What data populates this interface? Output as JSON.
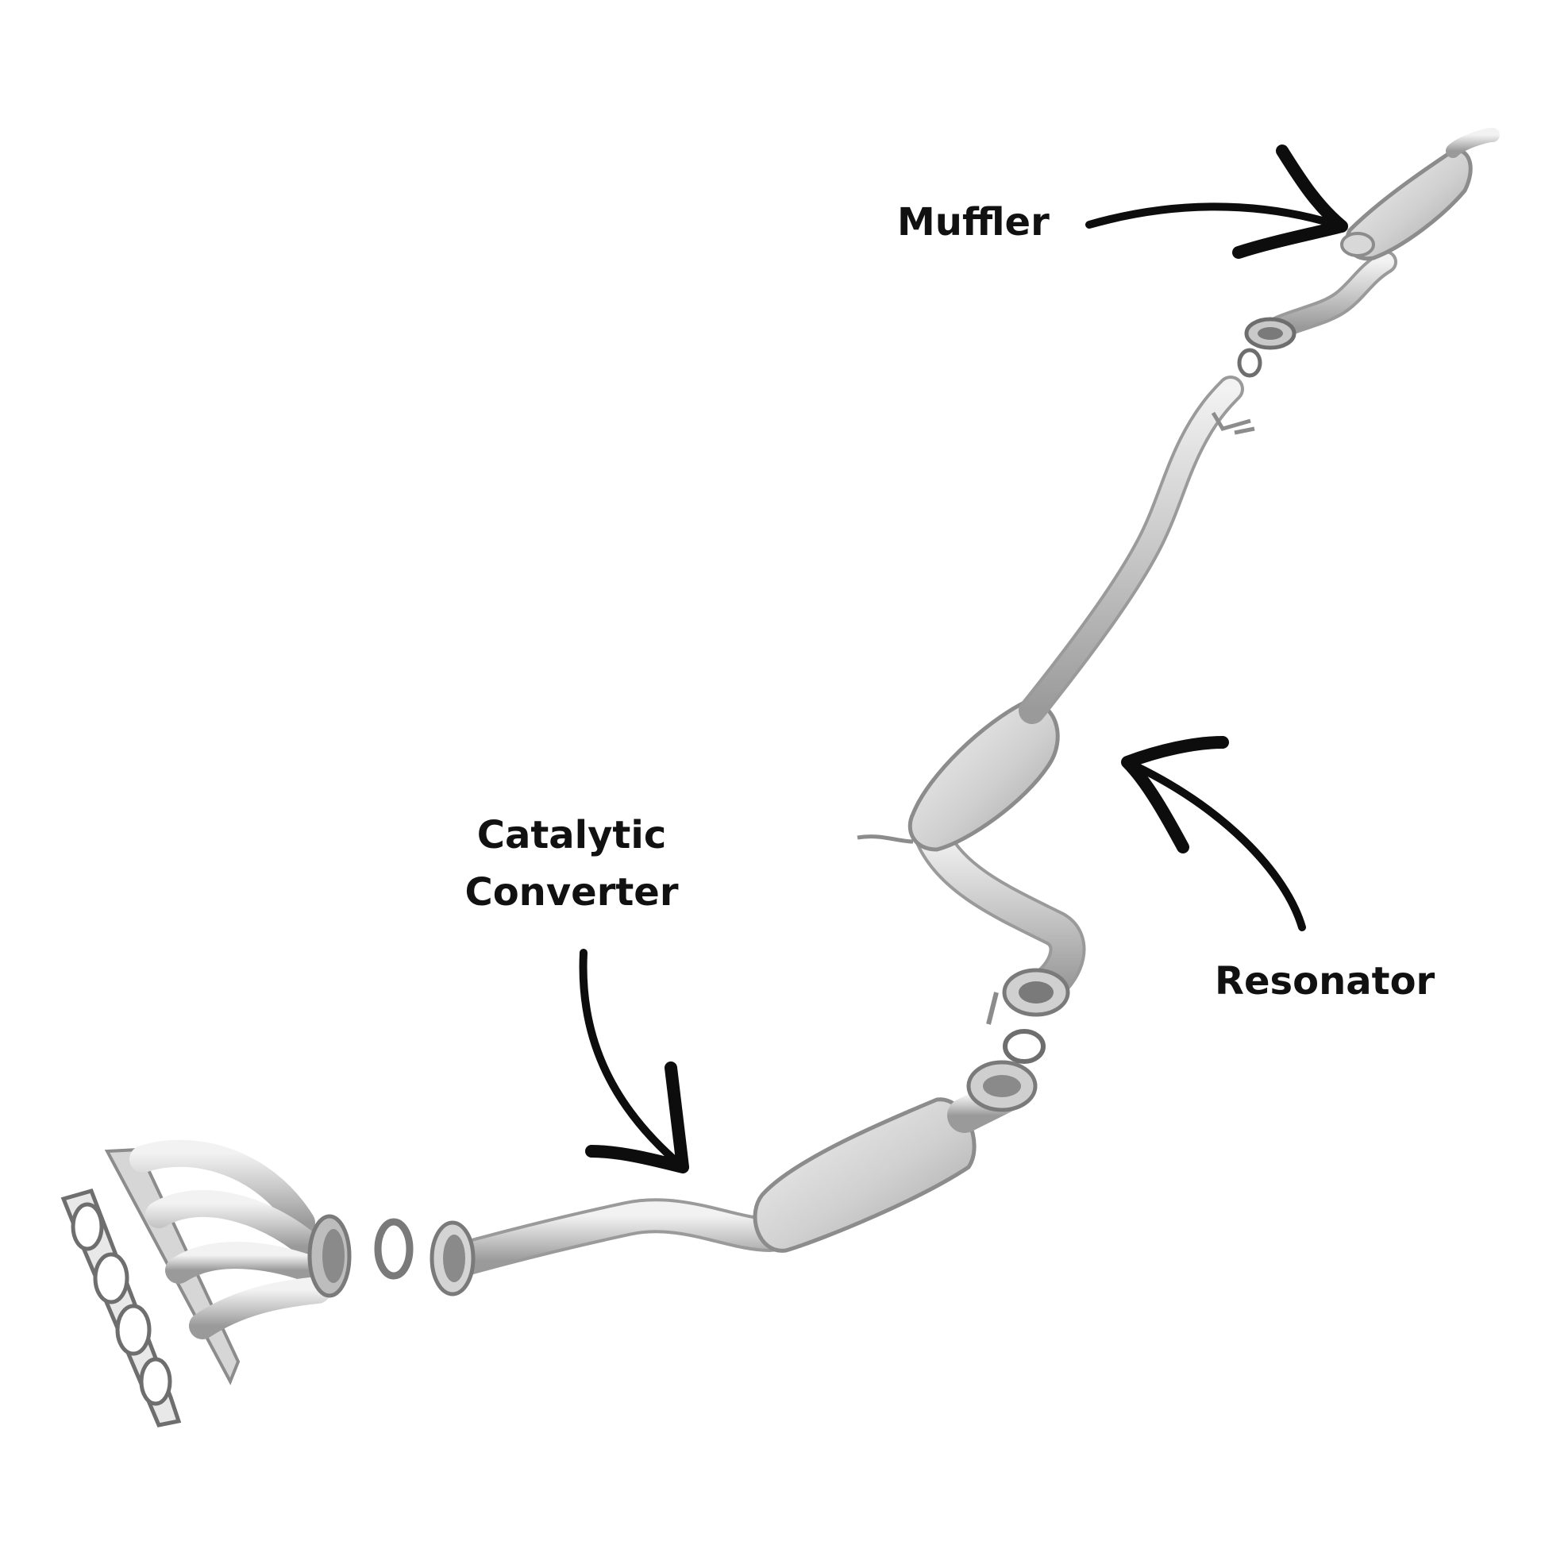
{
  "labels": {
    "muffler": "Muffler",
    "resonator": "Resonator",
    "catalytic_line1": "Catalytic",
    "catalytic_line2": "Converter"
  },
  "colors": {
    "background": "#ffffff",
    "text": "#111111",
    "arrow": "#0d0d0d",
    "metal_light": "#e6e6e6",
    "metal_mid": "#c4c4c4",
    "metal_dark": "#8c8c8c",
    "gasket": "#6e6e6e"
  },
  "parts": [
    "exhaust-manifold-gasket",
    "exhaust-manifold-header",
    "donut-gasket",
    "front-pipe",
    "catalytic-converter",
    "flange-gasket",
    "resonator-pipe",
    "resonator",
    "intermediate-pipe",
    "ring-gasket",
    "muffler-inlet-pipe",
    "muffler"
  ]
}
